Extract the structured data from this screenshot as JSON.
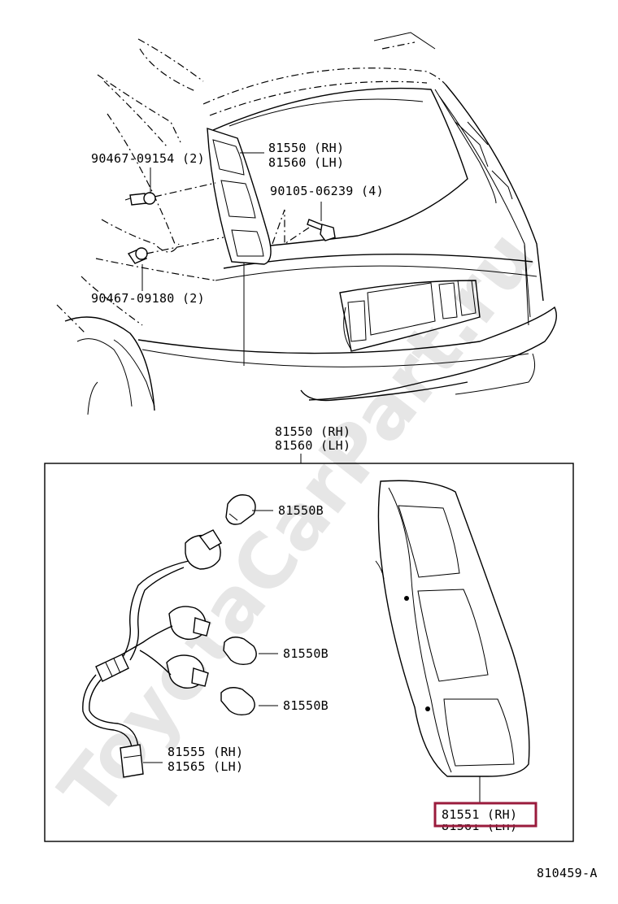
{
  "watermark": "ToyotaCarPart.ru",
  "diagram_id": "810459-A",
  "callouts": {
    "lamp_top_rh": "81550 (RH)",
    "lamp_top_lh": "81560 (LH)",
    "clip_upper": "90467-09154 (2)",
    "screw": "90105-06239 (4)",
    "clip_lower": "90467-09180 (2)",
    "lamp_assy_rh": "81550 (RH)",
    "lamp_assy_lh": "81560 (LH)",
    "bulb_1": "81550B",
    "bulb_2": "81550B",
    "bulb_3": "81550B",
    "socket_rh": "81555 (RH)",
    "socket_lh": "81565 (LH)",
    "lens_rh": "81551 (RH)",
    "lens_lh": "81561 (LH)"
  },
  "highlight": {
    "color": "#9a1b3c",
    "target": "81551 (RH)"
  }
}
